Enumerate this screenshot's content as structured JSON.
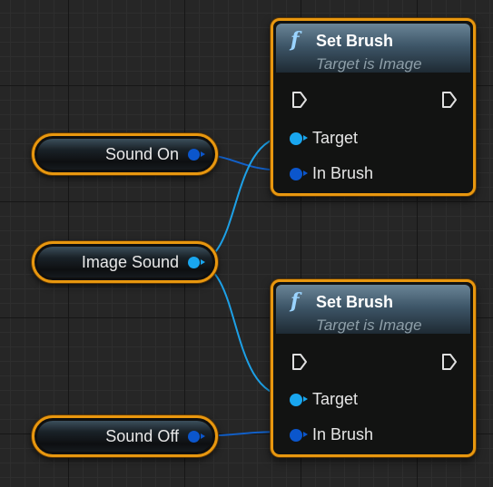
{
  "variables": {
    "sound_on": {
      "label": "Sound On"
    },
    "image_sound": {
      "label": "Image Sound"
    },
    "sound_off": {
      "label": "Sound Off"
    }
  },
  "functions": [
    {
      "title": "Set Brush",
      "subtitle": "Target is Image",
      "icon": "f",
      "pins": {
        "target": "Target",
        "in_brush": "In Brush"
      }
    },
    {
      "title": "Set Brush",
      "subtitle": "Target is Image",
      "icon": "f",
      "pins": {
        "target": "Target",
        "in_brush": "In Brush"
      }
    }
  ],
  "colors": {
    "node_border": "#e8970f",
    "object_pin": "#19a6ef",
    "brush_pin": "#0b56cc",
    "wire_object": "#1da0e6",
    "wire_brush": "#1260c8"
  }
}
